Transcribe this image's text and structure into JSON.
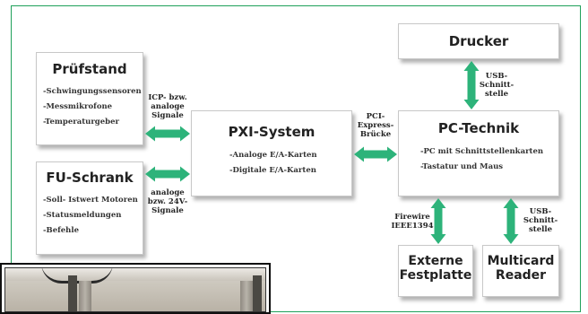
{
  "nodes": {
    "pruefstand": {
      "title": "Prüfstand",
      "items": [
        "-Schwingungssensoren",
        "-Messmikrofone",
        "-Temperaturgeber"
      ]
    },
    "fu_schrank": {
      "title": "FU-Schrank",
      "items": [
        "-Soll- Istwert Motoren",
        "-Statusmeldungen",
        "-Befehle"
      ]
    },
    "pxi_system": {
      "title": "PXI-System",
      "items": [
        "-Analoge E/A-Karten",
        "-Digitale E/A-Karten"
      ]
    },
    "pc_technik": {
      "title": "PC-Technik",
      "items": [
        "-PC mit Schnittstellenkarten",
        "-Tastatur und Maus"
      ]
    },
    "drucker": {
      "title": "Drucker"
    },
    "externe_festplatte": {
      "title_line1": "Externe",
      "title_line2": "Festplatte"
    },
    "multicard_reader": {
      "title_line1": "Multicard",
      "title_line2": "Reader"
    }
  },
  "edges": {
    "pruef_pxi": [
      "ICP- bzw.",
      "analoge",
      "Signale"
    ],
    "fu_pxi": [
      "analoge",
      "bzw. 24V-",
      "Signale"
    ],
    "pxi_pc": [
      "PCI-",
      "Express-",
      "Brücke"
    ],
    "pc_drucker": [
      "USB-",
      "Schnitt-",
      "stelle"
    ],
    "pc_festplatte": [
      "Firewire",
      "IEEE1394"
    ],
    "pc_reader": [
      "USB-",
      "Schnitt-",
      "stelle"
    ]
  },
  "colors": {
    "arrow": "#2db37a",
    "frame": "#1fa05a"
  }
}
